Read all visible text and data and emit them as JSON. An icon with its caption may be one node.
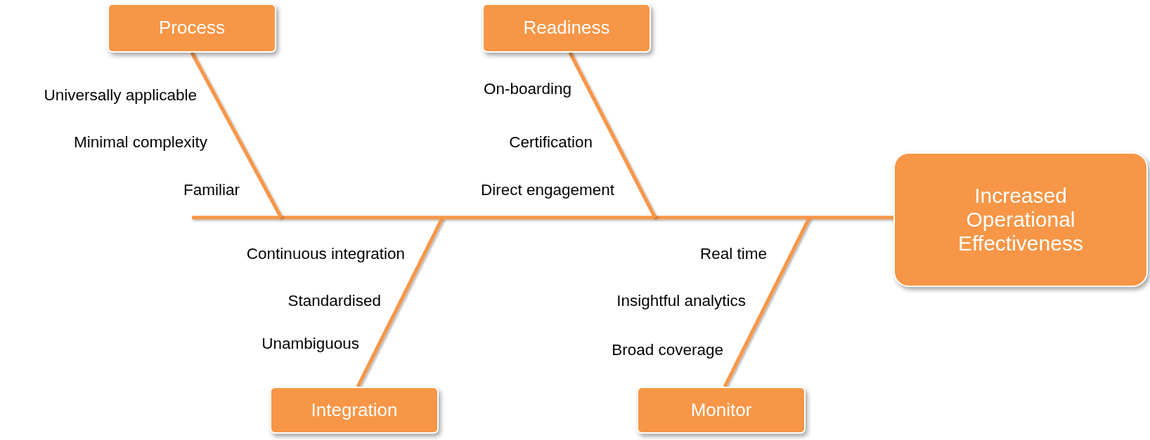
{
  "diagram": {
    "nodes": [
      {
        "text": [
          "Process"
        ]
      },
      {
        "text": [
          "Readiness"
        ]
      },
      {
        "text": [
          "Increased Operational Effectiveness"
        ]
      },
      {
        "text": [
          "Integration"
        ]
      },
      {
        "text": [
          "Monitor"
        ]
      }
    ],
    "edges": [
      {
        "from": null,
        "to": 2,
        "arrow": "none"
      },
      {
        "from": 0,
        "to": null,
        "arrow": "none"
      },
      {
        "from": 1,
        "to": null,
        "arrow": "none"
      },
      {
        "from": 3,
        "to": null,
        "arrow": "none"
      },
      {
        "from": 4,
        "to": null,
        "arrow": "none"
      }
    ],
    "labels": [
      "Universally applicable",
      "On-boarding",
      "Minimal complexity",
      "Certification",
      "Familiar",
      "Direct engagement",
      "Continuous integration",
      "Real time",
      "Standardised",
      "Insightful analytics",
      "Unambiguous",
      "Broad coverage"
    ]
  }
}
